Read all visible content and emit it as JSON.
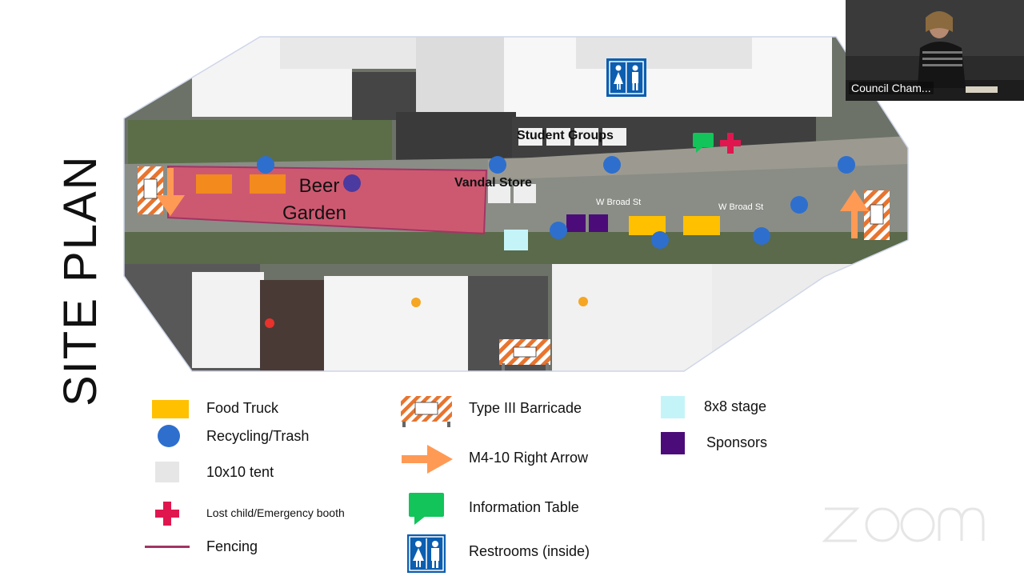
{
  "slide": {
    "title": "SITE PLAN",
    "map_labels": {
      "beer_garden_line1": "Beer",
      "beer_garden_line2": "Garden",
      "student_groups": "Student Groups",
      "vandal_store": "Vandal Store"
    }
  },
  "legend": {
    "food_truck": "Food Truck",
    "recycling_trash": "Recycling/Trash",
    "tent": "10x10 tent",
    "lost_child": "Lost child/Emergency booth",
    "fencing": "Fencing",
    "barricade": "Type III Barricade",
    "right_arrow": "M4-10 Right Arrow",
    "info_table": "Information Table",
    "restrooms": "Restrooms (inside)",
    "stage": "8x8 stage",
    "sponsors": "Sponsors"
  },
  "video": {
    "participant_name": "Council Cham..."
  },
  "watermark": {
    "logo_text": "zoom"
  },
  "colors": {
    "food_truck": "#FFC000",
    "recycling": "#2E6FCE",
    "tent": "#E6E6E6",
    "emergency": "#E0174F",
    "fencing": "#A23564",
    "arrow": "#FF9A55",
    "info": "#12C45A",
    "restroom": "#0B5EB0",
    "stage": "#C5F4F8",
    "sponsors": "#4B0C7A"
  }
}
